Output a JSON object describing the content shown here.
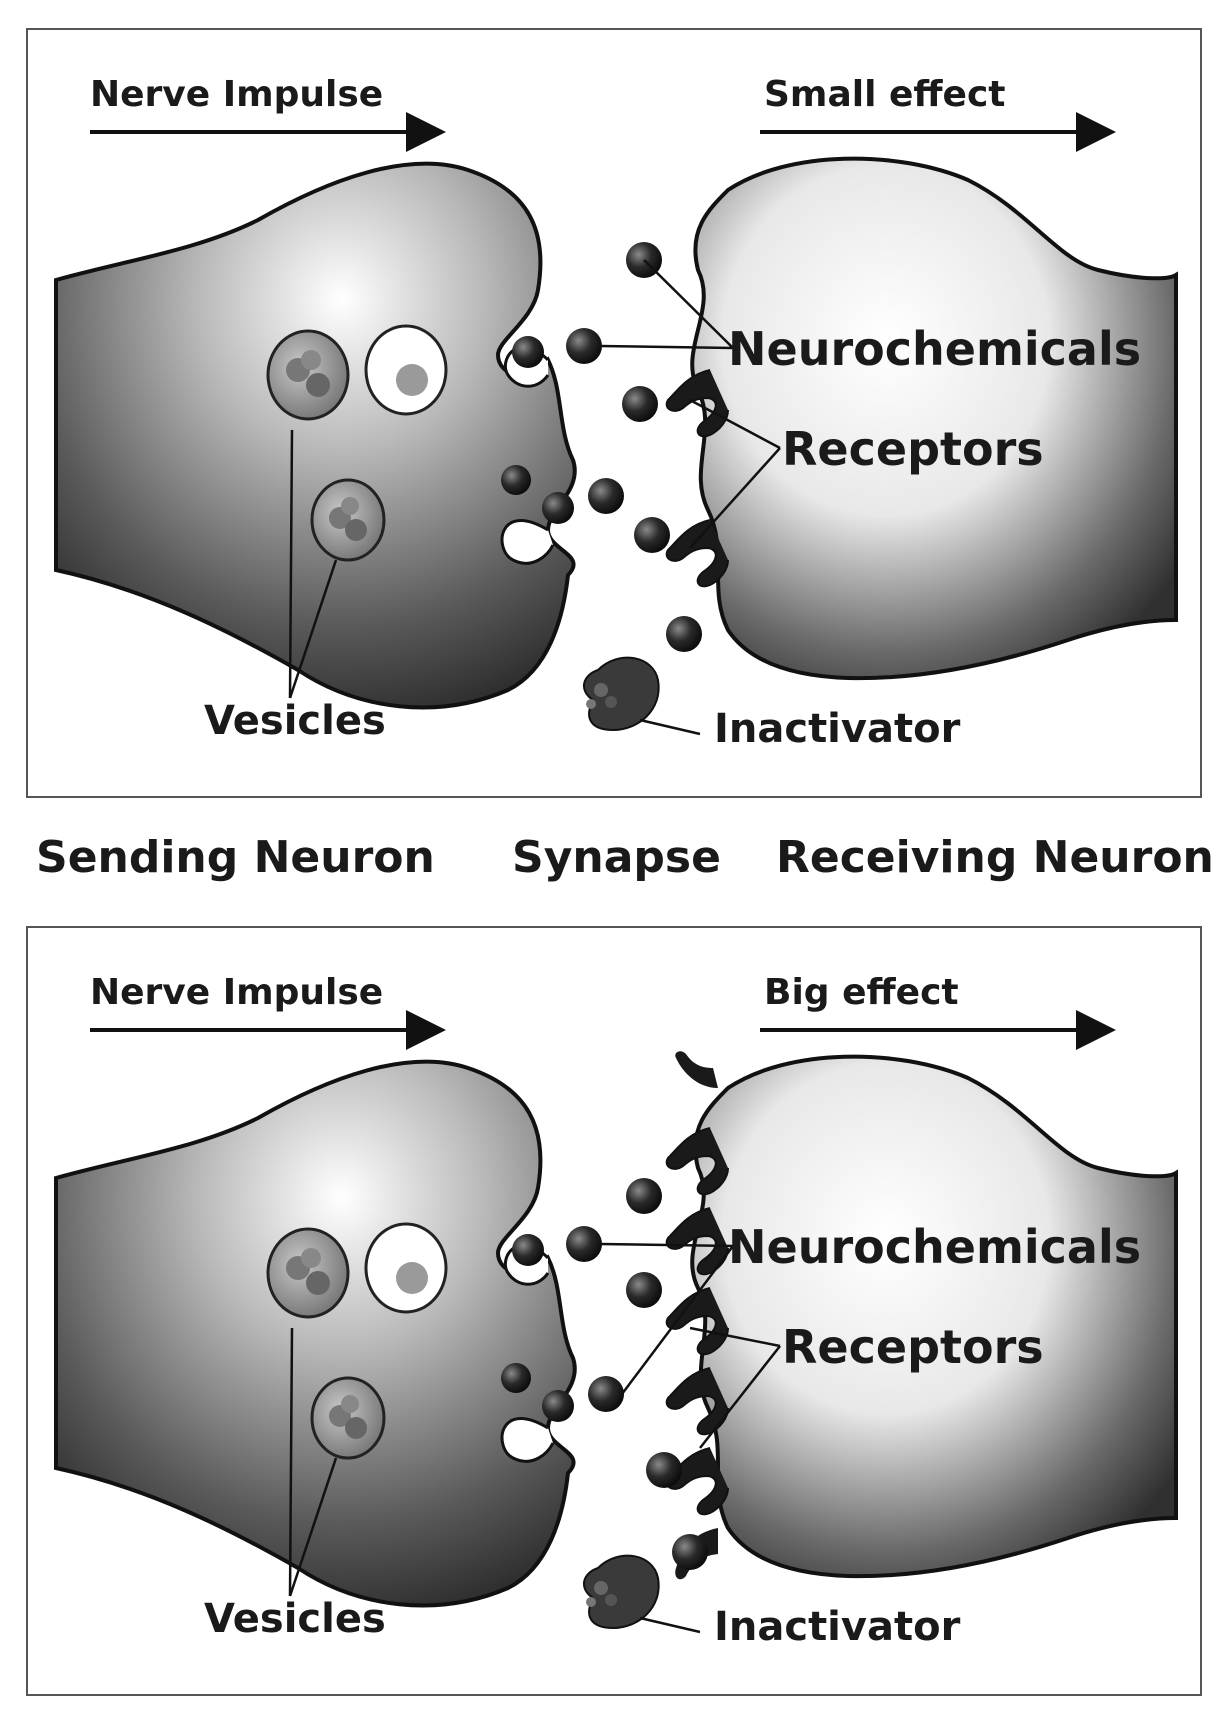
{
  "panels": [
    {
      "impulse_label": "Nerve Impulse",
      "effect_label": "Small effect",
      "neurochemicals_label": "Neurochemicals",
      "receptors_label": "Receptors",
      "vesicles_label": "Vesicles",
      "inactivator_label": "Inactivator"
    },
    {
      "impulse_label": "Nerve Impulse",
      "effect_label": "Big effect",
      "neurochemicals_label": "Neurochemicals",
      "receptors_label": "Receptors",
      "vesicles_label": "Vesicles",
      "inactivator_label": "Inactivator"
    }
  ],
  "sections": {
    "sending": "Sending Neuron",
    "synapse": "Synapse",
    "receiving": "Receiving Neuron"
  }
}
